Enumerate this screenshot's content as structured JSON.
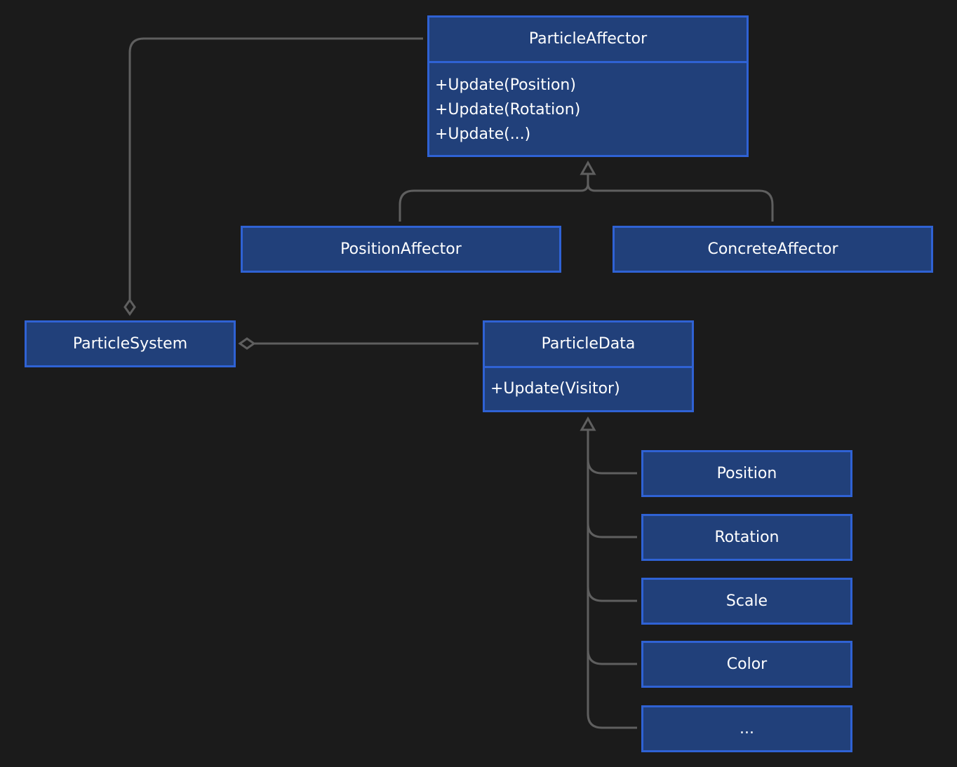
{
  "classes": {
    "particle_affector": {
      "name": "ParticleAffector",
      "operations": [
        "+Update(Position)",
        "+Update(Rotation)",
        "+Update(...)"
      ]
    },
    "position_affector": {
      "name": "PositionAffector"
    },
    "concrete_affector": {
      "name": "ConcreteAffector"
    },
    "particle_system": {
      "name": "ParticleSystem"
    },
    "particle_data": {
      "name": "ParticleData",
      "operations": [
        "+Update(Visitor)"
      ]
    },
    "position": {
      "name": "Position"
    },
    "rotation": {
      "name": "Rotation"
    },
    "scale": {
      "name": "Scale"
    },
    "color": {
      "name": "Color"
    },
    "more": {
      "name": "..."
    }
  },
  "relationships": [
    {
      "from": "PositionAffector",
      "to": "ParticleAffector",
      "type": "inheritance"
    },
    {
      "from": "ConcreteAffector",
      "to": "ParticleAffector",
      "type": "inheritance"
    },
    {
      "from": "ParticleAffector",
      "to": "ParticleSystem",
      "type": "aggregation"
    },
    {
      "from": "ParticleData",
      "to": "ParticleSystem",
      "type": "aggregation"
    },
    {
      "from": "Position",
      "to": "ParticleData",
      "type": "inheritance"
    },
    {
      "from": "Rotation",
      "to": "ParticleData",
      "type": "inheritance"
    },
    {
      "from": "Scale",
      "to": "ParticleData",
      "type": "inheritance"
    },
    {
      "from": "Color",
      "to": "ParticleData",
      "type": "inheritance"
    },
    {
      "from": "...",
      "to": "ParticleData",
      "type": "inheritance"
    }
  ],
  "colors": {
    "background": "#1b1b1b",
    "class_fill": "#21407a",
    "class_border": "#2f62d4",
    "connector": "#5f5f5f",
    "text": "#ffffff"
  }
}
